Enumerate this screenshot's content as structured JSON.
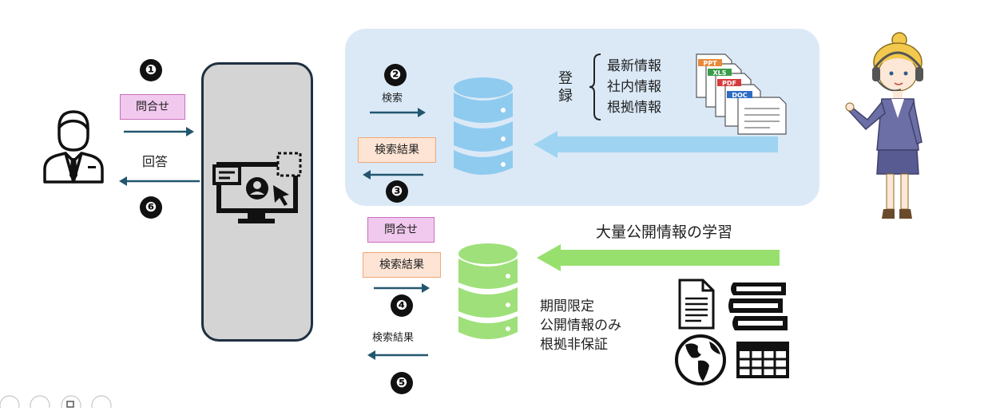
{
  "steps": {
    "s1": "❶",
    "s2": "❷",
    "s3": "❸",
    "s4": "❹",
    "s5": "❺",
    "s6": "❻"
  },
  "left": {
    "inquiry": "問合せ",
    "answer": "回答"
  },
  "top_panel": {
    "search": "検索",
    "search_result": "検索結果",
    "register_label": "登録",
    "items": [
      "最新情報",
      "社内情報",
      "根拠情報"
    ],
    "doc_types": [
      "PPT",
      "XLS",
      "PDF",
      "DOC"
    ]
  },
  "bottom": {
    "inquiry": "問合せ",
    "search_result_box": "検索結果",
    "search_result_text": "検索結果",
    "learning_label": "大量公開情報の学習",
    "notes": [
      "期間限定",
      "公開情報のみ",
      "根拠非保証"
    ]
  },
  "colors": {
    "blue_db": "#8fcbef",
    "green_db": "#9fe07a",
    "blue_arrow": "#9ed4f1",
    "green_arrow": "#98e06e",
    "flow_arrow": "#22566f"
  }
}
